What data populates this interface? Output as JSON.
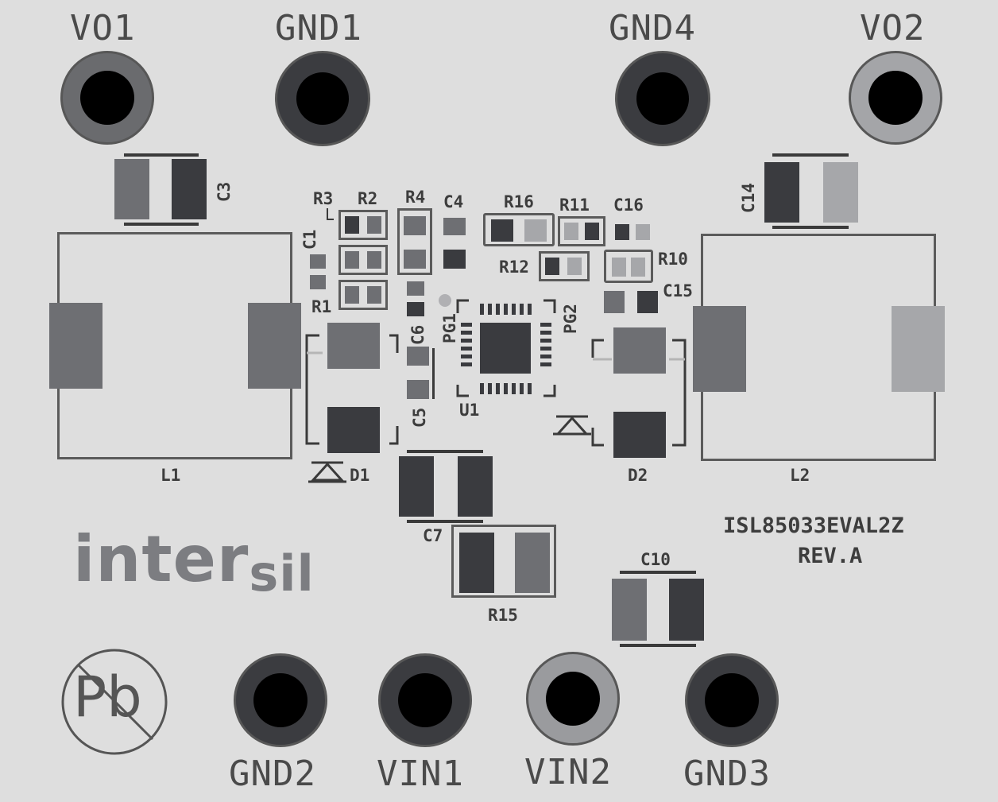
{
  "connectors": {
    "vo1": "VO1",
    "gnd1": "GND1",
    "gnd4": "GND4",
    "vo2": "VO2",
    "gnd2": "GND2",
    "vin1": "VIN1",
    "vin2": "VIN2",
    "gnd3": "GND3"
  },
  "components": {
    "c3": "C3",
    "c14": "C14",
    "l1": "L1",
    "l2": "L2",
    "r3": "R3",
    "r2": "R2",
    "r4": "R4",
    "c4": "C4",
    "r16": "R16",
    "r11": "R11",
    "c16": "C16",
    "c1": "C1",
    "r12": "R12",
    "r10": "R10",
    "r1": "R1",
    "c15": "C15",
    "c6": "C6",
    "pg1": "PG1",
    "pg2": "PG2",
    "c5": "C5",
    "u1": "U1",
    "d1": "D1",
    "d2": "D2",
    "c7": "C7",
    "r15": "R15",
    "c10": "C10"
  },
  "board": {
    "name": "ISL85033EVAL2Z",
    "revision": "REV.A"
  },
  "logo": {
    "text_main": "inter",
    "text_sil": "sil"
  },
  "pb_free_mark": "Pb",
  "colors": {
    "board": "#dedede",
    "pad_dark": "#3a3b3f",
    "pad_mid": "#6e6f73",
    "pad_light": "#a6a7aa",
    "silk": "#5b5b5b"
  }
}
